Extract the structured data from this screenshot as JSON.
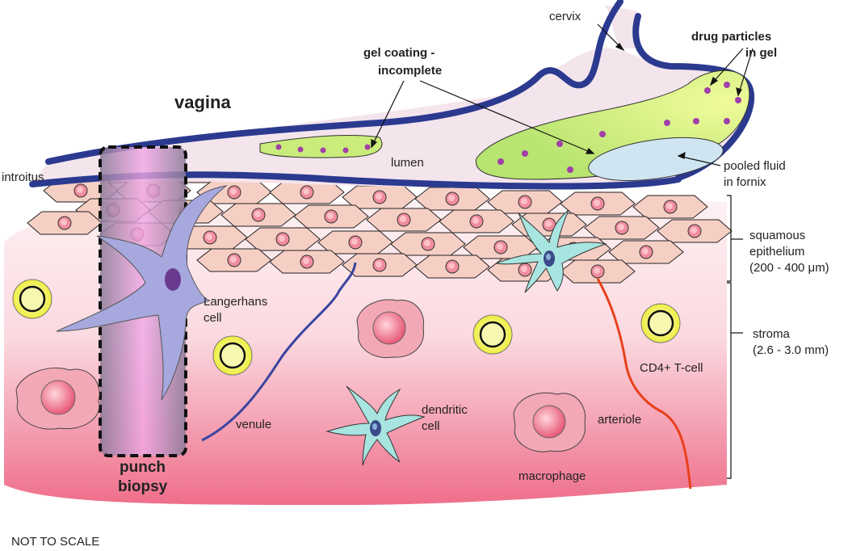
{
  "labels": {
    "cervix": "cervix",
    "drug_particles_1": "drug particles",
    "drug_particles_2": "in gel",
    "gel_coating_1": "gel coating -",
    "gel_coating_2": "incomplete",
    "vagina": "vagina",
    "introitus": "introitus",
    "lumen": "lumen",
    "pooled_fluid_1": "pooled fluid",
    "pooled_fluid_2": "in fornix",
    "squamous_1": "squamous",
    "squamous_2": "epithelium",
    "squamous_3": "(200 - 400 μm)",
    "langerhans_1": "Langerhans",
    "langerhans_2": "cell",
    "stroma_1": "stroma",
    "stroma_2": "(2.6 - 3.0 mm)",
    "cd4": "CD4+ T-cell",
    "venule": "venule",
    "dendritic_1": "dendritic",
    "dendritic_2": "cell",
    "arteriole": "arteriole",
    "punch_1": "punch",
    "punch_2": "biopsy",
    "macrophage": "macrophage",
    "not_to_scale": "NOT TO SCALE"
  },
  "colors": {
    "lumen_wall": "#2b3a8f",
    "lumen_fill": "#f4e4ec",
    "gel": "#c9ec7a",
    "drug_particle": "#a040a8",
    "pooled_fluid": "#cfe6f2",
    "epithelial_cell": "#f6cfc4",
    "tissue_gradient_bottom": "#ef6e8a",
    "t_cell": "#f4f25a",
    "dendritic_cell": "#a8e4e0",
    "langerhans_cell": "#a6a8de",
    "macrophage": "#f3a8b6",
    "arteriole": "#e8401c",
    "venule": "#3a44a0"
  }
}
